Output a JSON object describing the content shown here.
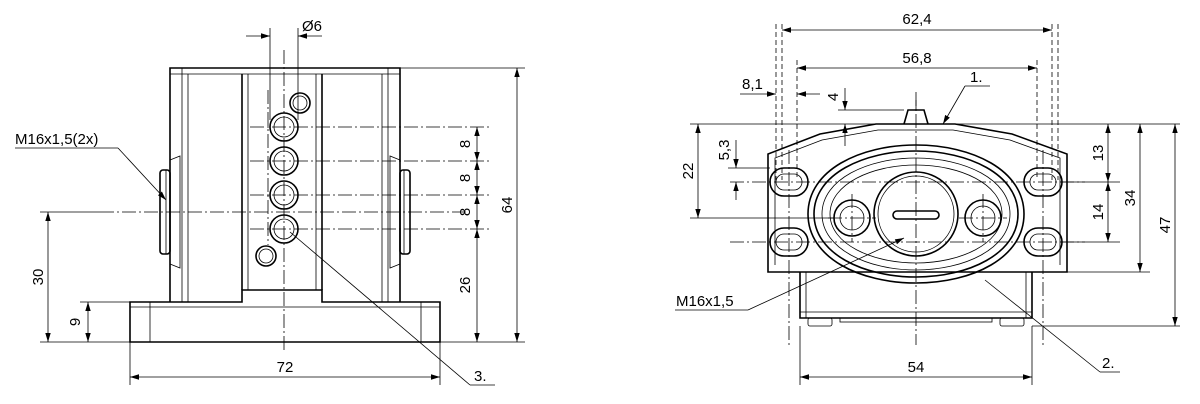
{
  "front_view": {
    "dimensions": {
      "bore_diameter": "Ø6",
      "pitch_1": "8",
      "pitch_2": "8",
      "pitch_3": "8",
      "base_to_port": "26",
      "total_height": "64",
      "side_port_height": "30",
      "base_thickness": "9",
      "base_width": "72"
    },
    "callouts": {
      "side_thread": "M16x1,5(2x)",
      "item_3": "3."
    }
  },
  "side_view": {
    "dimensions": {
      "overall_width": "62,4",
      "hole_spacing": "56,8",
      "flange_offset": "8,1",
      "stub_height": "4",
      "slot_offset": "5,3",
      "left_height": "22",
      "right_top": "13",
      "right_mid": "14",
      "right_height": "34",
      "total_height": "47",
      "bottom_width": "54"
    },
    "callouts": {
      "item_1": "1.",
      "item_2": "2.",
      "center_thread": "M16x1,5"
    }
  }
}
